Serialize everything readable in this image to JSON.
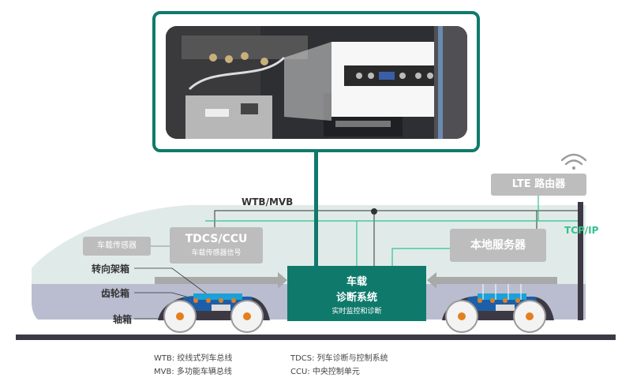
{
  "colors": {
    "teal": "#0f7a6c",
    "green": "#34c18a",
    "gray_box": "#bdbdbd",
    "rail": "#3d3944"
  },
  "icons": {
    "wifi": "wifi-icon"
  },
  "bus_label": "WTB/MVB",
  "tcp_label": "TCP/IP",
  "lte_router": "LTE 路由器",
  "vehicle_sensor": "车载传感器",
  "tdcs": {
    "title": "TDCS/CCU",
    "subtitle": "车载传感器信号"
  },
  "local_server": "本地服务器",
  "diagnosis": {
    "line1": "车载",
    "line2": "诊断系统",
    "subtitle": "实时监控和诊断"
  },
  "side_labels": {
    "bogie": "转向架箱",
    "gearbox": "齿轮箱",
    "axle": "轴箱"
  },
  "legend": {
    "wtb": "WTB: 绞线式列车总线",
    "mvb": "MVB: 多功能车辆总线",
    "tdcs": "TDCS: 列车诊断与控制系统",
    "ccu": "CCU: 中央控制单元"
  }
}
